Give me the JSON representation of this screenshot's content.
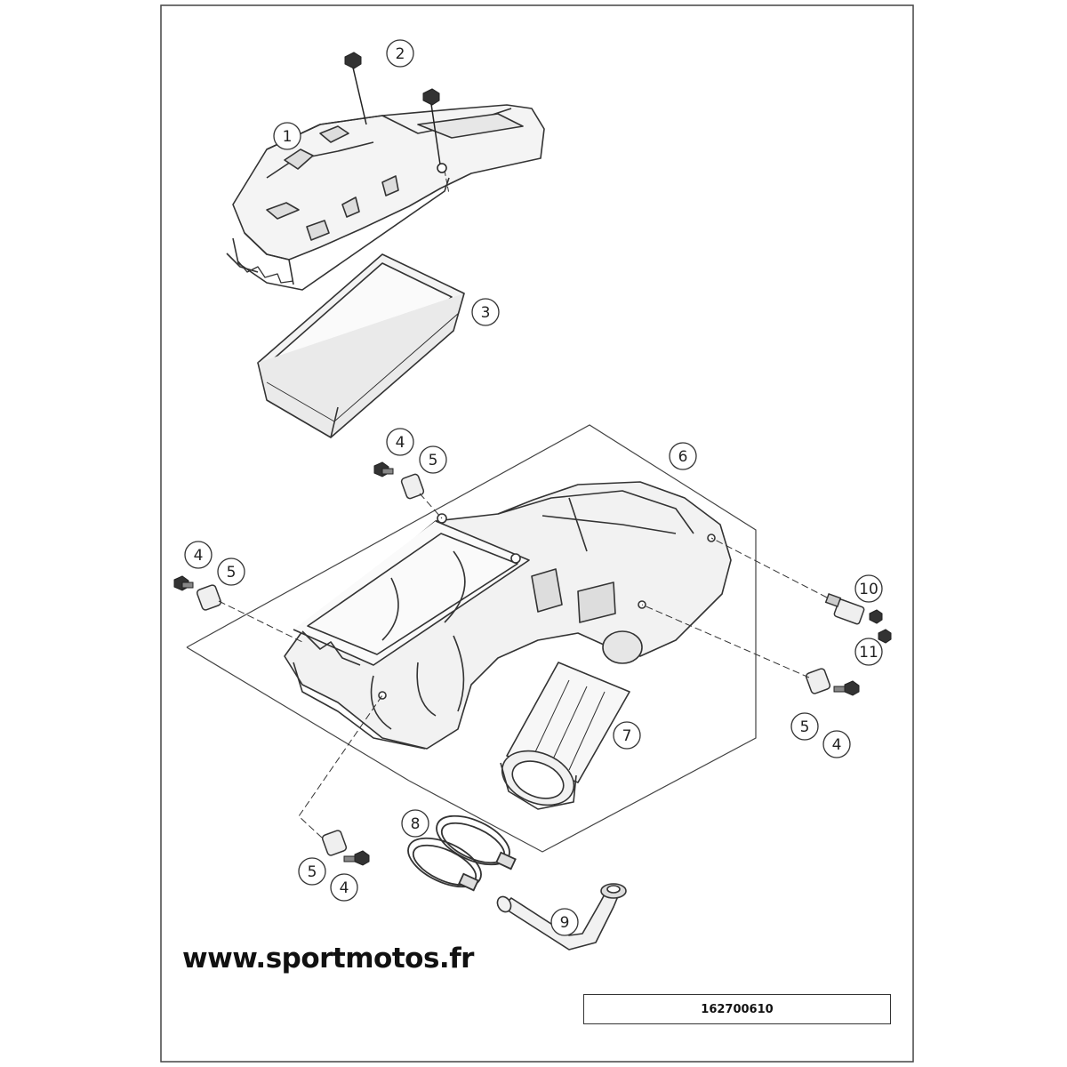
{
  "callouts": [
    "1",
    "2",
    "3",
    "4",
    "5",
    "6",
    "7",
    "8",
    "9",
    "10",
    "11"
  ],
  "footer": {
    "website": "www.sportmotos.fr",
    "part_number": "162700610"
  }
}
